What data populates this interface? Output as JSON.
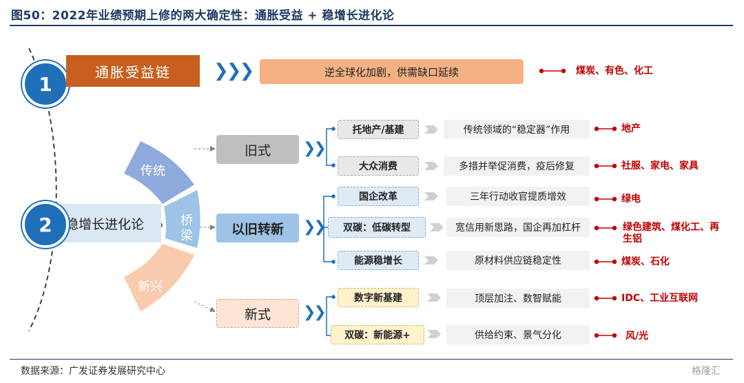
{
  "figure_title": "图50：2022年业绩预期上修的两大确定性：通胀受益 + 稳增长进化论",
  "source": "数据来源：广发证券发展研究中心",
  "watermark": "格隆汇",
  "section1": {
    "number": "1",
    "title": "通胀受益链",
    "chevrons": "❯❯❯",
    "description": "逆全球化加剧，供需缺口延续",
    "result": "煤炭、有色、化工"
  },
  "section2": {
    "number": "2",
    "title": "稳增长进化论",
    "segments": {
      "traditional": "传统",
      "bridge": "桥梁",
      "emerging": "新兴"
    },
    "categories": [
      {
        "label": "旧式",
        "chevrons": "❯❯",
        "items": [
          {
            "label": "托地产/基建",
            "desc": "传统领域的“稳定器”作用",
            "result": "地产"
          },
          {
            "label": "大众消费",
            "desc": "多措并举促消费，疫后修复",
            "result": "社服、家电、家具"
          }
        ]
      },
      {
        "label": "以旧转新",
        "chevrons": "❯❯",
        "items": [
          {
            "label": "国企改革",
            "desc": "三年行动收官提质增效",
            "result": "绿电"
          },
          {
            "label": "双碳：低碳转型",
            "desc": "宽信用新思路，国企再加杠杆",
            "result": "绿色建筑、煤化工、再生铝"
          },
          {
            "label": "能源稳增长",
            "desc": "原材料供应链稳定性",
            "result": "煤炭、石化"
          }
        ]
      },
      {
        "label": "新式",
        "chevrons": "❯❯",
        "items": [
          {
            "label": "数字新基建",
            "desc": "顶层加注、数智赋能",
            "result": "IDC、工业互联网"
          },
          {
            "label": "双碳：新能源+",
            "desc": "供给约束、景气分化",
            "result": "风/光"
          }
        ]
      }
    ]
  },
  "colors": {
    "navy": "#1f3a63",
    "circle_blue": "#1f6fb8",
    "orange": "#c75f1e",
    "peach": "#f4b183",
    "seg_blue": "#8faadc",
    "seg_lightblue": "#9dc3e6",
    "seg_peach": "#f8cbad",
    "result_red": "#c00000"
  }
}
